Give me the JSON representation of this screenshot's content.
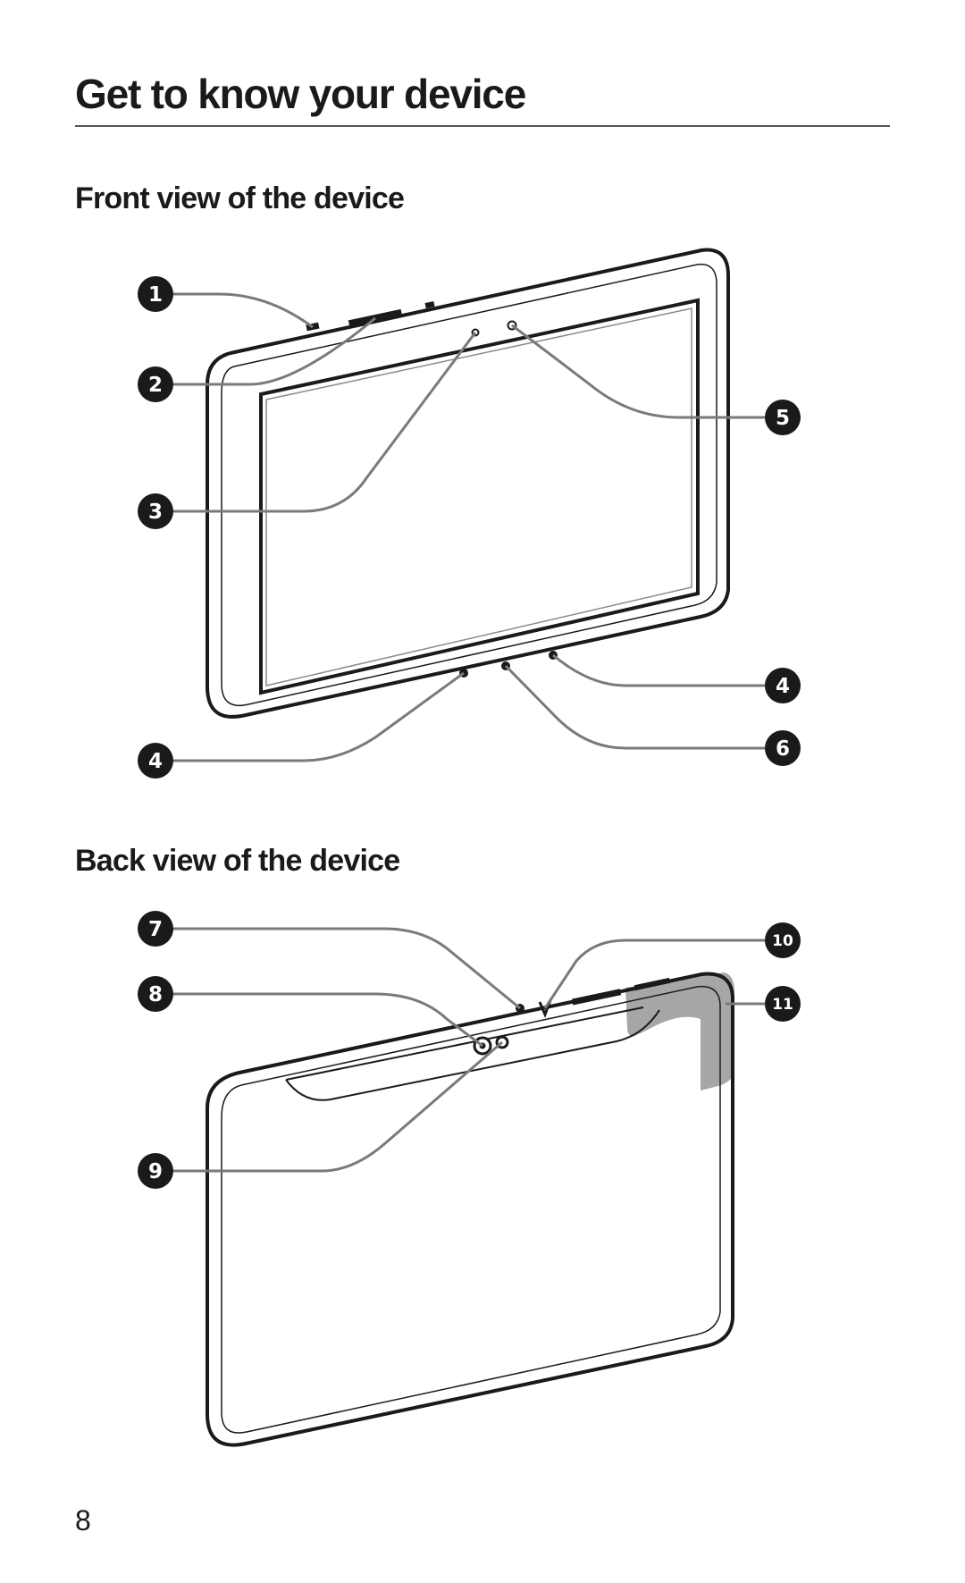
{
  "page": {
    "title": "Get to know your device",
    "page_number": "8"
  },
  "front_view": {
    "heading": "Front view of the device",
    "callouts": [
      "1",
      "2",
      "3",
      "5",
      "4",
      "4",
      "6"
    ]
  },
  "back_view": {
    "heading": "Back view of the device",
    "callouts": [
      "7",
      "8",
      "9",
      "10",
      "11"
    ]
  },
  "colors": {
    "text": "#1a1a1a",
    "rule": "#555555",
    "leader_line": "#7a7a7a",
    "callout_fill": "#1a1a1a",
    "antenna_area": "#a6a6a6"
  }
}
